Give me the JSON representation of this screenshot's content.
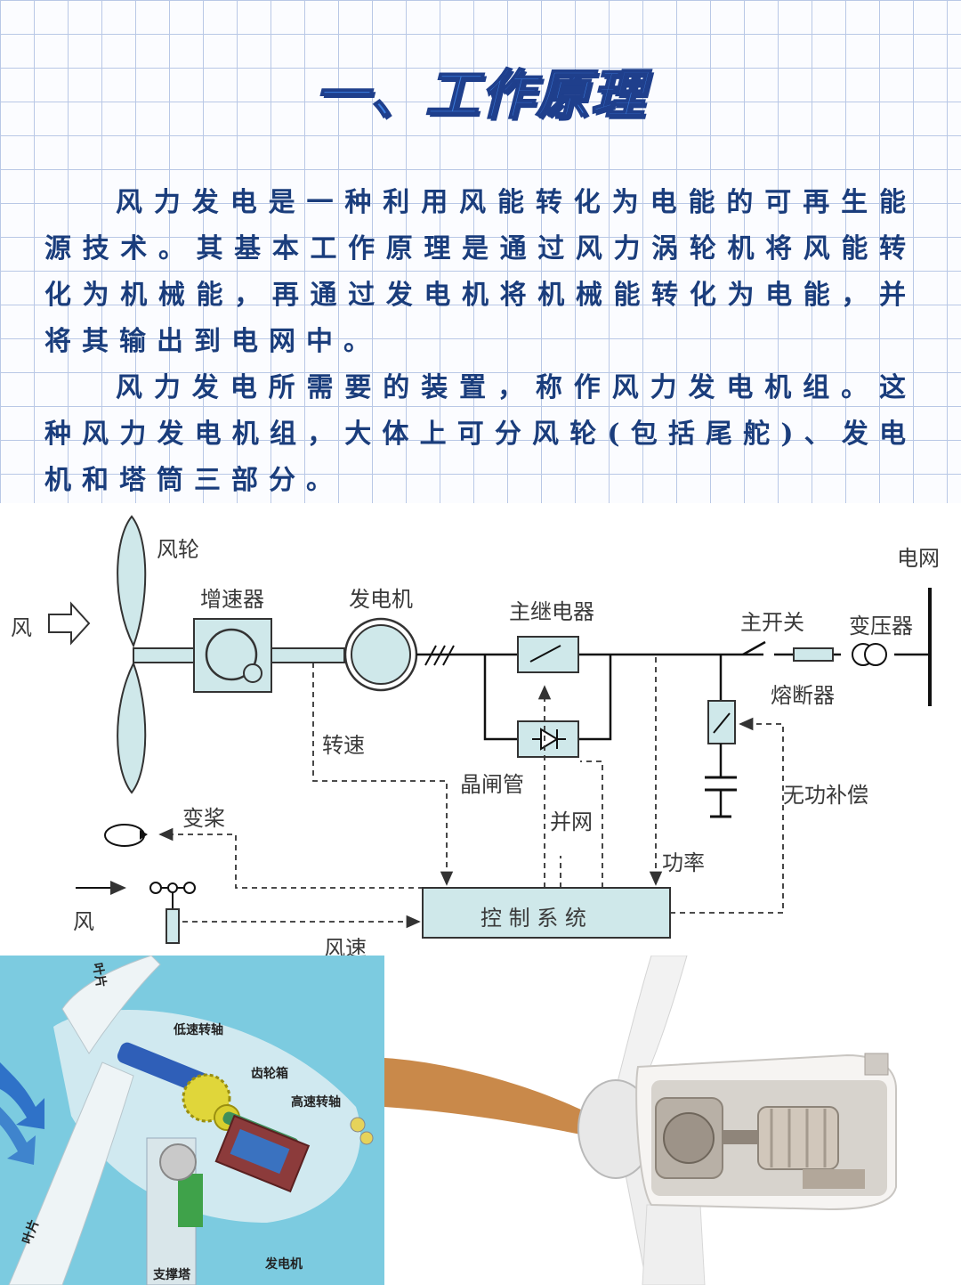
{
  "title": "一、工作原理",
  "paragraphs": [
    "风力发电是一种利用风能转化为电能的可再生能源技术。其基本工作原理是通过风力涡轮机将风能转化为机械能，再通过发电机将机械能转化为电能，并将其输出到电网中。",
    "风力发电所需要的装置，称作风力发电机组。这种风力发电机组，大体上可分风轮(包括尾舵)、发电机和塔筒三部分。"
  ],
  "diagram": {
    "labels": {
      "wind_in": "风",
      "rotor": "风轮",
      "gearbox": "增速器",
      "generator": "发电机",
      "main_relay": "主继电器",
      "main_switch": "主开关",
      "transformer": "变压器",
      "grid": "电网",
      "fuse": "熔断器",
      "speed": "转速",
      "thyristor": "晶闸管",
      "grid_connect": "并网",
      "reactive_comp": "无功补偿",
      "pitch": "变桨",
      "power": "功率",
      "wind_sensor": "风",
      "wind_speed": "风速",
      "control_system": "控 制 系 统"
    }
  },
  "photo_left": {
    "labels": {
      "blade_top": "叶片",
      "low_speed_shaft": "低速转轴",
      "gearbox": "齿轮箱",
      "high_speed_shaft": "高速转轴",
      "blade_bottom": "叶片",
      "support_tower": "支撑塔",
      "generator": "发电机"
    }
  },
  "photo_right": {}
}
